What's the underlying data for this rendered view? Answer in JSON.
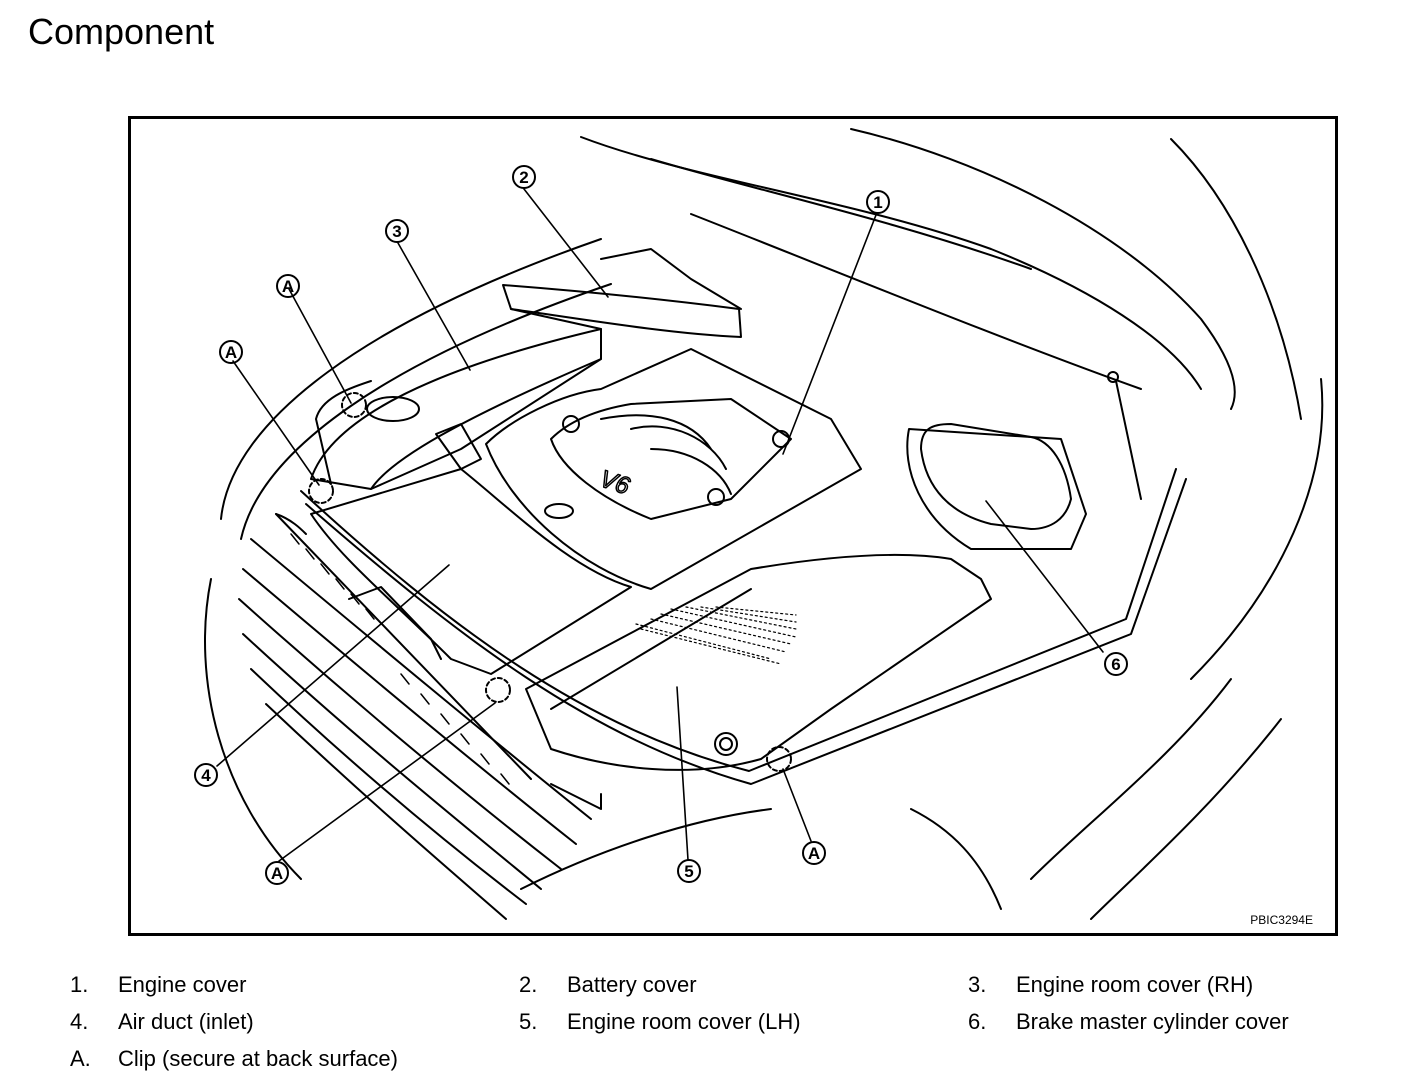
{
  "title": "Component",
  "figure_code": "PBIC3294E",
  "callouts": [
    "1",
    "2",
    "3",
    "4",
    "5",
    "6",
    "A"
  ],
  "engine_badge": "V6",
  "legend": [
    {
      "num": "1.",
      "text": "Engine cover"
    },
    {
      "num": "2.",
      "text": "Battery cover"
    },
    {
      "num": "3.",
      "text": "Engine room cover (RH)"
    },
    {
      "num": "4.",
      "text": "Air duct (inlet)"
    },
    {
      "num": "5.",
      "text": "Engine room cover (LH)"
    },
    {
      "num": "6.",
      "text": "Brake master cylinder cover"
    },
    {
      "num": "A.",
      "text": "Clip (secure at back surface)"
    }
  ]
}
